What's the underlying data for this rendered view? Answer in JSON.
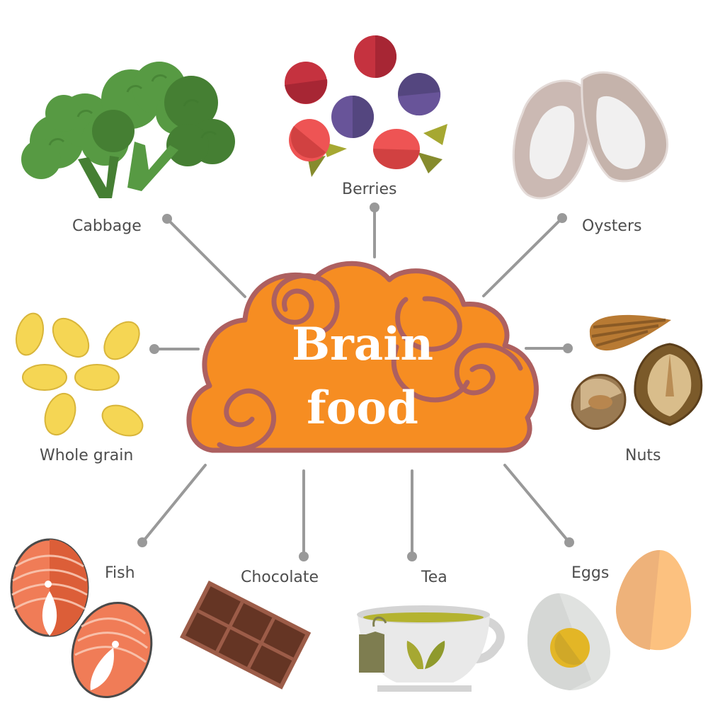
{
  "title": {
    "line1": "Brain",
    "line2": "food"
  },
  "colors": {
    "brain_fill": "#f68d22",
    "brain_stroke": "#ad6060",
    "connector": "#999999",
    "label_text": "#4d4d4d",
    "title_text": "#ffffff"
  },
  "foods": [
    {
      "id": "cabbage",
      "label": "Cabbage",
      "icon": "broccoli-icon"
    },
    {
      "id": "berries",
      "label": "Berries",
      "icon": "berries-icon"
    },
    {
      "id": "oysters",
      "label": "Oysters",
      "icon": "oysters-icon"
    },
    {
      "id": "whole-grain",
      "label": "Whole grain",
      "icon": "grain-icon"
    },
    {
      "id": "nuts",
      "label": "Nuts",
      "icon": "nuts-icon"
    },
    {
      "id": "fish",
      "label": "Fish",
      "icon": "salmon-steak-icon"
    },
    {
      "id": "chocolate",
      "label": "Chocolate",
      "icon": "chocolate-bar-icon"
    },
    {
      "id": "tea",
      "label": "Tea",
      "icon": "tea-cup-icon"
    },
    {
      "id": "eggs",
      "label": "Eggs",
      "icon": "eggs-icon"
    }
  ]
}
